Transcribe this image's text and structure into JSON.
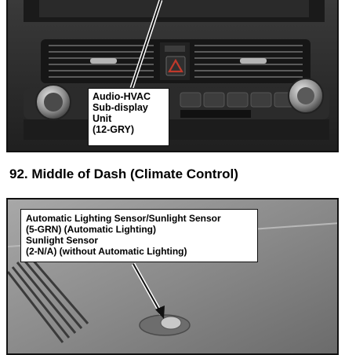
{
  "top_photo": {
    "callout": {
      "lines": [
        "Audio-HVAC",
        "Sub-display",
        "Unit",
        "(12-GRY)"
      ]
    }
  },
  "figure": {
    "caption": "92.  Middle of Dash (Climate Control)"
  },
  "bottom_photo": {
    "callout": {
      "lines": [
        "Automatic Lighting Sensor/Sunlight Sensor",
        "(5-GRN) (Automatic Lighting)",
        "Sunlight Sensor",
        "(2-N/A) (without Automatic Lighting)"
      ]
    }
  },
  "colors": {
    "border": "#111111",
    "photo_dark": "#2e2e2e",
    "photo_gray": "#8c8c8c",
    "hazard": "#c0392b"
  }
}
